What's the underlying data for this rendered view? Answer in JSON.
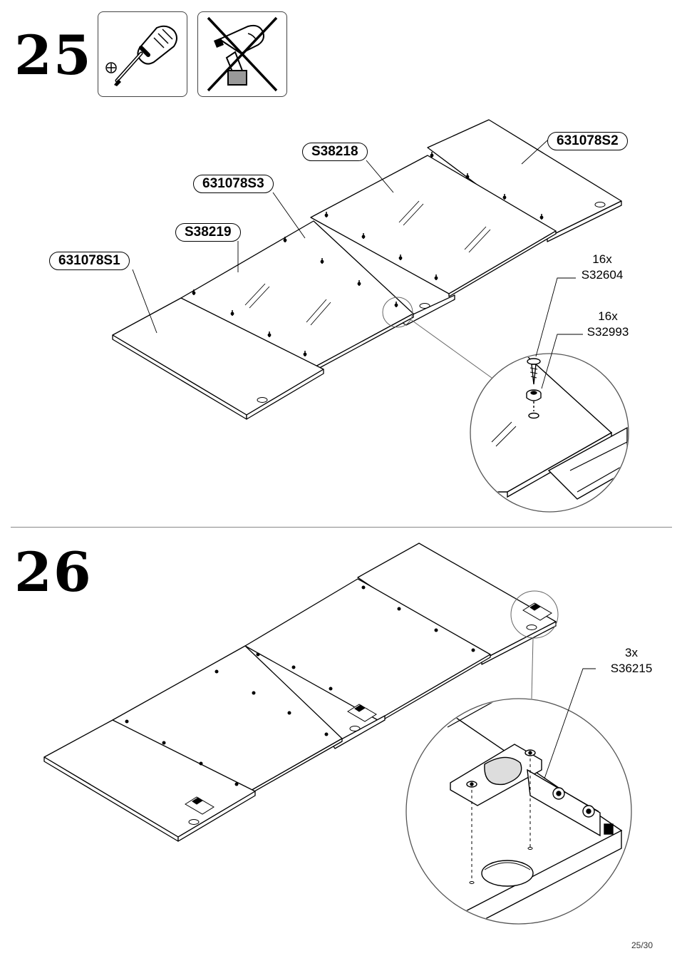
{
  "steps": [
    {
      "number": "25",
      "tools": [
        {
          "icon": "phillips-screwdriver-icon",
          "allowed": true
        },
        {
          "icon": "power-drill-icon",
          "allowed": false
        }
      ],
      "part_labels": [
        "631078S2",
        "S38218",
        "631078S3",
        "S38219",
        "631078S1"
      ],
      "callouts": [
        {
          "qty": "16x",
          "code": "S32604"
        },
        {
          "qty": "16x",
          "code": "S32993"
        }
      ]
    },
    {
      "number": "26",
      "callouts": [
        {
          "qty": "3x",
          "code": "S36215"
        }
      ]
    }
  ],
  "page_number": "25/30"
}
